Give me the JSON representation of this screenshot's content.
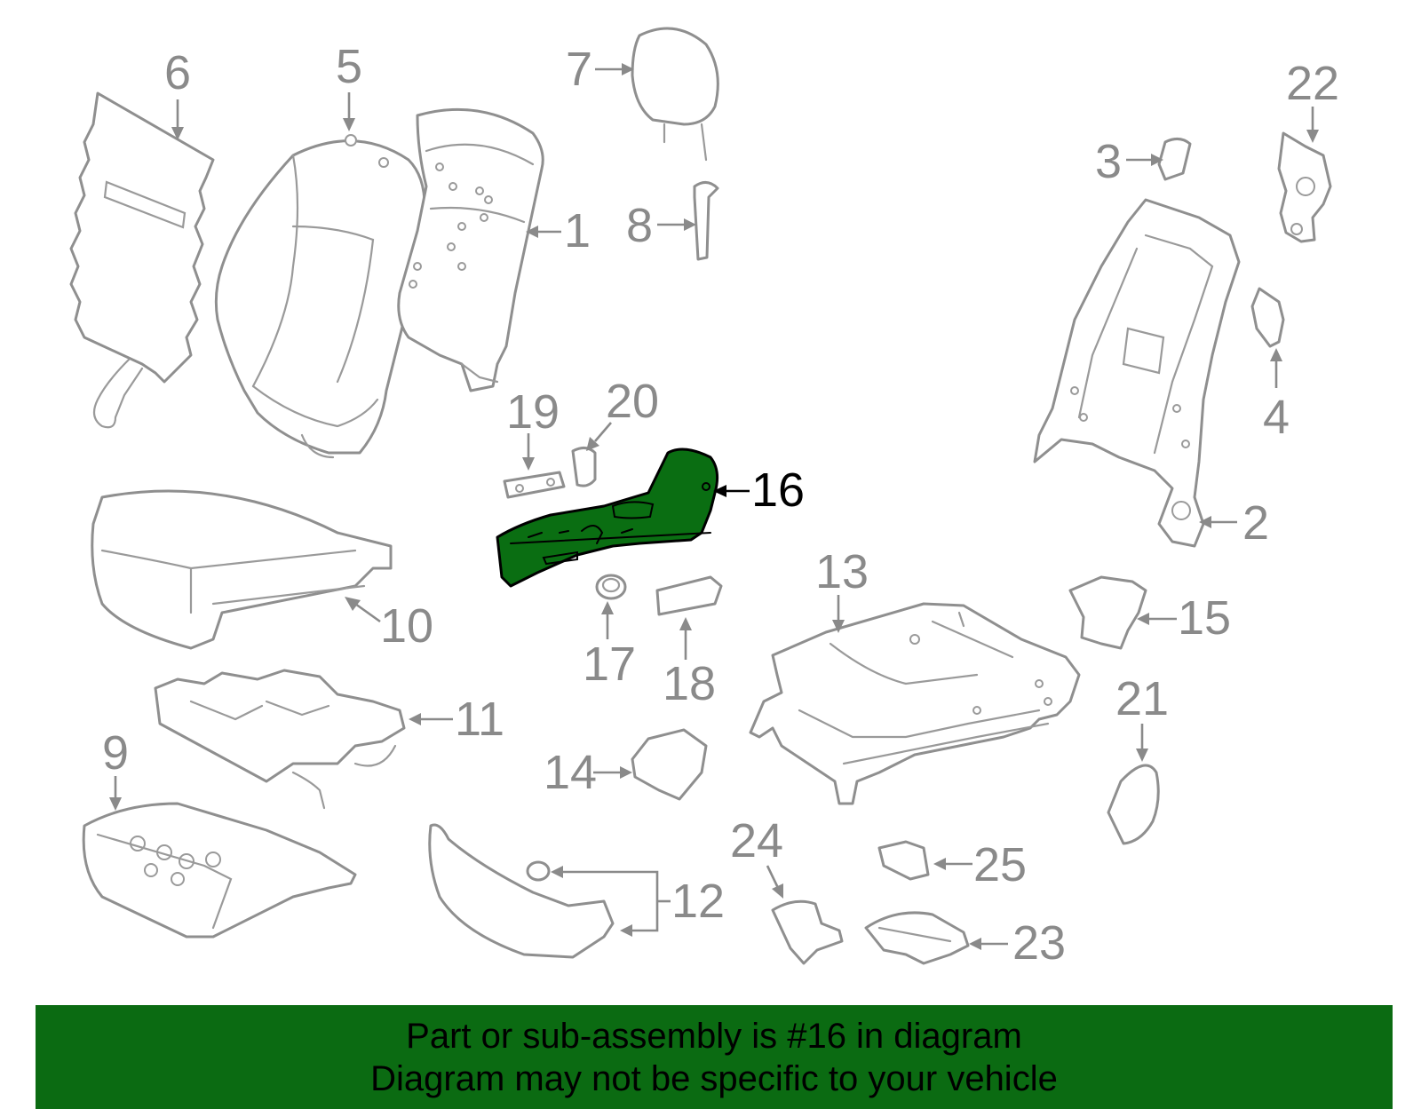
{
  "banner": {
    "line1": "Part or sub-assembly is #16 in diagram",
    "line2": "Diagram may not be specific to your vehicle",
    "background": "#0b6b12"
  },
  "highlight": {
    "part": "16",
    "color": "#0a6e12"
  },
  "callouts": {
    "c1": "1",
    "c2": "2",
    "c3": "3",
    "c4": "4",
    "c5": "5",
    "c6": "6",
    "c7": "7",
    "c8": "8",
    "c9": "9",
    "c10": "10",
    "c11": "11",
    "c12": "12",
    "c13": "13",
    "c14": "14",
    "c15": "15",
    "c16": "16",
    "c17": "17",
    "c18": "18",
    "c19": "19",
    "c20": "20",
    "c21": "21",
    "c22": "22",
    "c23": "23",
    "c24": "24",
    "c25": "25"
  }
}
